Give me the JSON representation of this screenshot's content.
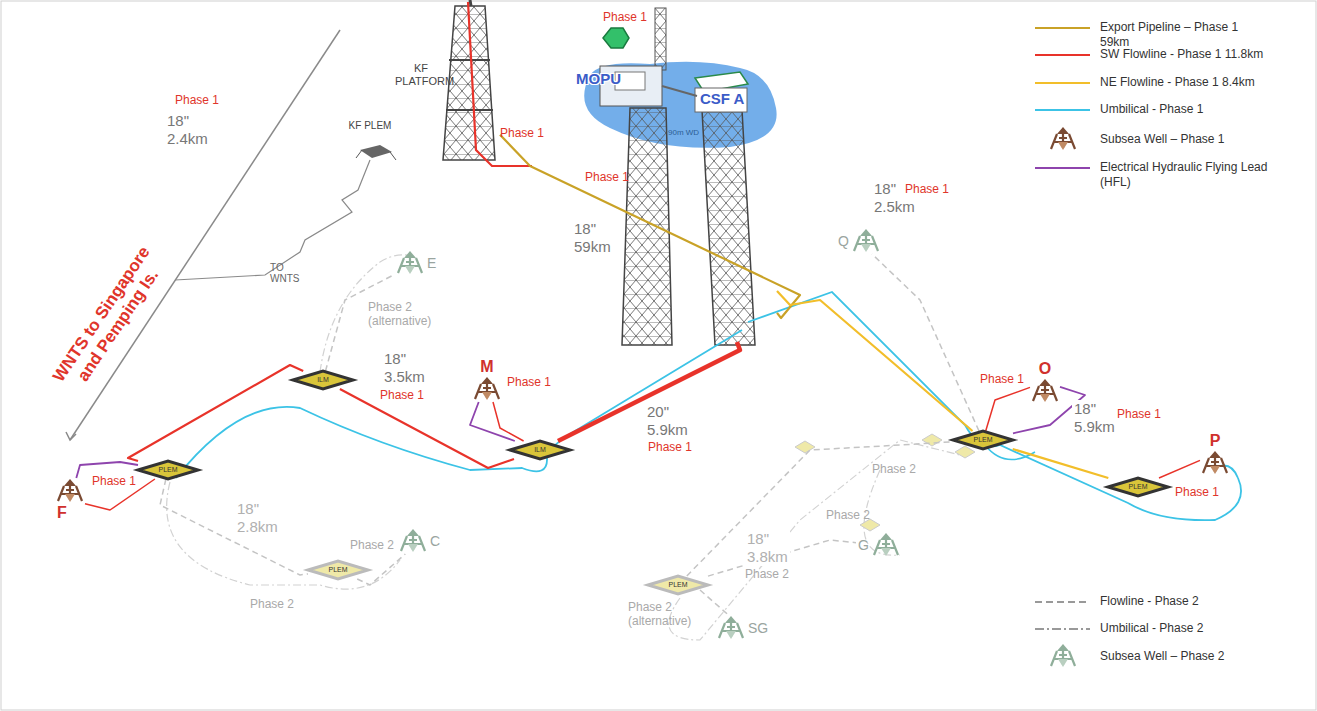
{
  "diagram": {
    "nodes": [
      {
        "text": [
          "KF PLATFORM"
        ]
      },
      {
        "text": [
          "KF PLEM"
        ]
      },
      {
        "text": [
          "MOPU"
        ]
      },
      {
        "text": [
          "CSF A"
        ],
        "in": 2
      },
      {
        "text": [
          "PLEM"
        ]
      },
      {
        "text": [
          "F"
        ]
      },
      {
        "text": [
          "ILM"
        ]
      },
      {
        "text": [
          "M"
        ]
      },
      {
        "text": [
          "ILM"
        ]
      },
      {
        "text": [
          "PLEM"
        ]
      },
      {
        "text": [
          "O"
        ]
      },
      {
        "text": [
          "PLEM"
        ]
      },
      {
        "text": [
          "P"
        ]
      },
      {
        "text": [
          "E"
        ]
      },
      {
        "text": [
          "PLEM"
        ]
      },
      {
        "text": [
          "C"
        ]
      },
      {
        "text": [
          "Q"
        ]
      },
      {
        "text": [
          "G"
        ]
      },
      {
        "text": [
          "PLEM"
        ]
      },
      {
        "text": [
          "SG"
        ]
      }
    ],
    "edges": [
      {
        "from": 0,
        "to": 2,
        "arrow": "none",
        "label": "18\" 59km"
      },
      {
        "from": 4,
        "to": 6,
        "arrow": "none",
        "label": "18\" 2.4km"
      },
      {
        "from": 6,
        "to": 8,
        "arrow": "none",
        "label": "18\" 3.5km"
      },
      {
        "from": 8,
        "to": 2,
        "arrow": "none",
        "label": "20\" 5.9km"
      },
      {
        "from": 2,
        "to": 9,
        "arrow": "none",
        "label": "18\" 2.5km"
      },
      {
        "from": 9,
        "to": 11,
        "arrow": "none",
        "label": "18\" 5.9km"
      },
      {
        "from": 5,
        "to": 4,
        "arrow": "none"
      },
      {
        "from": 5,
        "to": 4,
        "arrow": "none"
      },
      {
        "from": 7,
        "to": 8,
        "arrow": "none"
      },
      {
        "from": 7,
        "to": 8,
        "arrow": "none"
      },
      {
        "from": 10,
        "to": 9,
        "arrow": "none"
      },
      {
        "from": 10,
        "to": 9,
        "arrow": "none"
      },
      {
        "from": 12,
        "to": 11,
        "arrow": "none"
      },
      {
        "from": 4,
        "to": 14,
        "arrow": "none",
        "label": "18\" 2.8km"
      },
      {
        "from": 14,
        "to": 15,
        "arrow": "none"
      },
      {
        "from": 6,
        "to": 13,
        "arrow": "none"
      },
      {
        "from": 18,
        "to": 9,
        "arrow": "none",
        "label": "18\" 3.8km"
      },
      {
        "from": 9,
        "to": 16,
        "arrow": "none"
      },
      {
        "from": 18,
        "to": 17,
        "arrow": "none"
      },
      {
        "from": 18,
        "to": 19,
        "arrow": "none"
      }
    ],
    "labels": [
      "WNTS to Singapore and Pemping Is.",
      "TO WNTS",
      "Phase 1",
      "90m WD",
      "Phase 1",
      "Phase 1",
      "Phase 1",
      "Phase 1",
      "Phase 2 (alternative)",
      "Phase 1",
      "Phase 1",
      "Phase 1",
      "Phase 1",
      "Phase 1",
      "Phase 1",
      "Phase 1",
      "Phase 2",
      "Phase 2",
      "Phase 2",
      "Phase 2",
      "Phase 2",
      "Phase 2 (alternative)"
    ],
    "legend": [
      {
        "text": "Export Pipeline – Phase 1 59km"
      },
      {
        "text": "SW Flowline - Phase 1 11.8km"
      },
      {
        "text": "NE Flowline - Phase 1 8.4km"
      },
      {
        "text": "Umbilical - Phase 1"
      },
      {
        "text": "Subsea Well – Phase 1"
      },
      {
        "text": "Electrical Hydraulic Flying Lead (HFL)"
      },
      {
        "text": "Flowline - Phase 2"
      },
      {
        "text": "Umbilical - Phase 2"
      },
      {
        "text": "Subsea Well – Phase 2"
      }
    ]
  }
}
